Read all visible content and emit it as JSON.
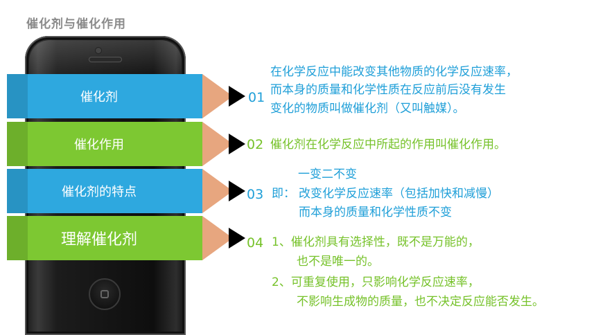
{
  "title": "催化剂与催化作用",
  "labels": [
    "催化剂",
    "催化作用",
    "催化剂的特点",
    "理解催化剂"
  ],
  "numbers": [
    "01",
    "02",
    "03",
    "04"
  ],
  "item1": {
    "lines": [
      "在化学反应中能改变其他物质的化学反应速率，",
      "而本身的质量和化学性质在反应前后没有发生",
      "变化的物质叫做催化剂（又叫触媒）。"
    ]
  },
  "item2": {
    "text": "催化剂在化学反应中所起的作用叫催化作用。"
  },
  "item3": {
    "line1": "一变二不变",
    "prefix": "即：",
    "line2": "改变化学反应速率（包括加快和减慢）",
    "line3": "而本身的质量和化学性质不变"
  },
  "item4": {
    "lines": [
      "1、催化剂具有选择性，既不是万能的，",
      "也不是唯一的。",
      "2、可重复使用，只影响化学反应速率，",
      "不影响生成物的质量，也不决定反应能否发生。"
    ]
  },
  "colors": {
    "blue": "#2ea8df",
    "green": "#7dc832",
    "wood": "#e7a67f"
  }
}
